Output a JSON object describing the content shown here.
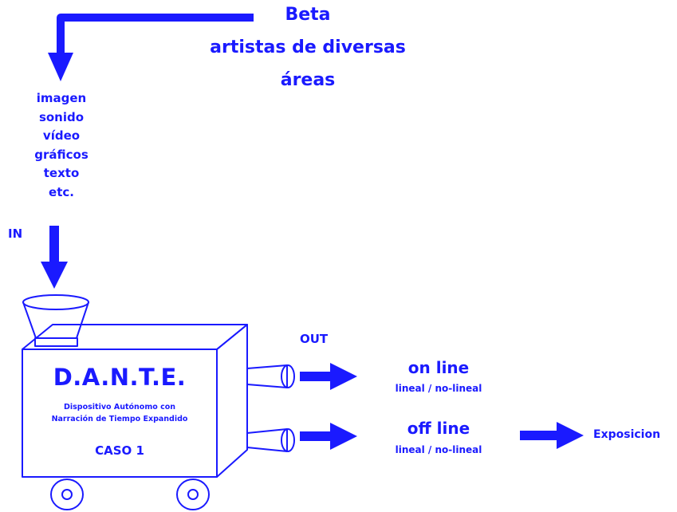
{
  "source": {
    "line1": "Beta",
    "line2": "artistas de diversas",
    "line3": "áreas"
  },
  "media_list": [
    "imagen",
    "sonido",
    "vídeo",
    "gráficos",
    "texto",
    "etc."
  ],
  "input_label": "IN",
  "output_label": "OUT",
  "device": {
    "title": "D.A.N.T.E.",
    "subtitle_line1": "Dispositivo Autónomo con",
    "subtitle_line2": "Narración de Tiempo Expandido",
    "case": "CASO 1"
  },
  "outputs": [
    {
      "title": "on line",
      "sub": "lineal / no-lineal"
    },
    {
      "title": "off line",
      "sub": "lineal / no-lineal"
    }
  ],
  "final_destination": "Exposicion",
  "colors": {
    "ink": "#1a1aff",
    "background": "#ffffff"
  }
}
